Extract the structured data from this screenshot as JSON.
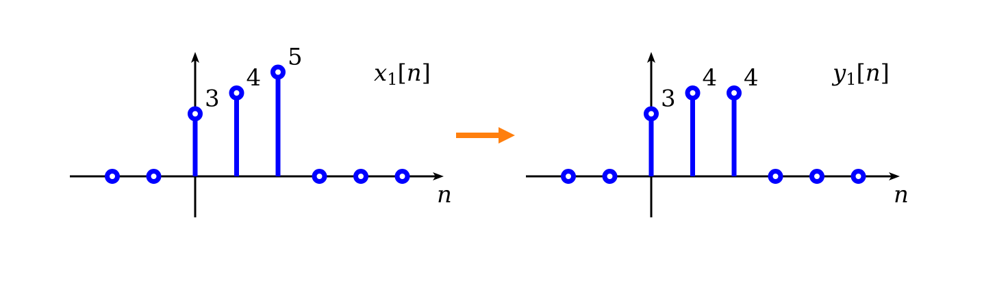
{
  "chart_data": [
    {
      "type": "stem",
      "signal_label": {
        "base": "x",
        "subscript": "1",
        "argument": "n"
      },
      "x_axis_label": "n",
      "n": [
        -2,
        -1,
        0,
        1,
        2,
        3,
        4,
        5
      ],
      "values": [
        0,
        0,
        3,
        4,
        5,
        0,
        0,
        0
      ],
      "value_labels": [
        "",
        "",
        "3",
        "4",
        "5",
        "",
        "",
        ""
      ],
      "color": "#0000ff"
    },
    {
      "type": "stem",
      "signal_label": {
        "base": "y",
        "subscript": "1",
        "argument": "n"
      },
      "x_axis_label": "n",
      "n": [
        -2,
        -1,
        0,
        1,
        2,
        3,
        4,
        5
      ],
      "values": [
        0,
        0,
        3,
        4,
        4,
        0,
        0,
        0
      ],
      "value_labels": [
        "",
        "",
        "3",
        "4",
        "4",
        "",
        "",
        ""
      ],
      "color": "#0000ff"
    }
  ],
  "transform_arrow": {
    "color": "#ff7f0e"
  }
}
